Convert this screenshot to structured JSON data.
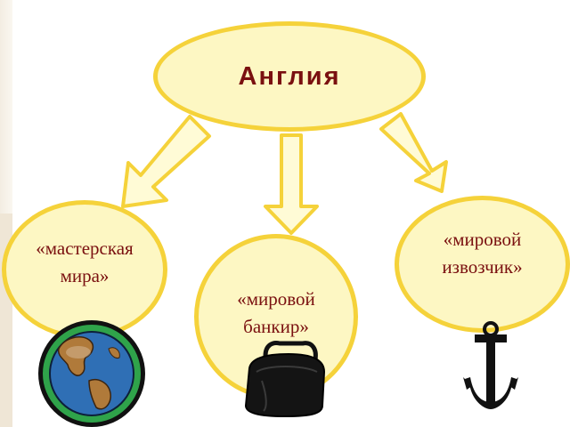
{
  "center": {
    "label": "Англия"
  },
  "nodes": [
    {
      "lines": [
        "«мастерская",
        "мира»"
      ],
      "icon": "globe-icon"
    },
    {
      "lines": [
        "«мировой",
        "банкир»"
      ],
      "icon": "bag-icon"
    },
    {
      "lines": [
        "«мировой",
        "извозчик»"
      ],
      "icon": "anchor-icon"
    }
  ],
  "colors": {
    "fill": "#fdf7c3",
    "border": "#f5d23a",
    "text": "#7a1010",
    "arrow_fill": "#fffbd6"
  }
}
